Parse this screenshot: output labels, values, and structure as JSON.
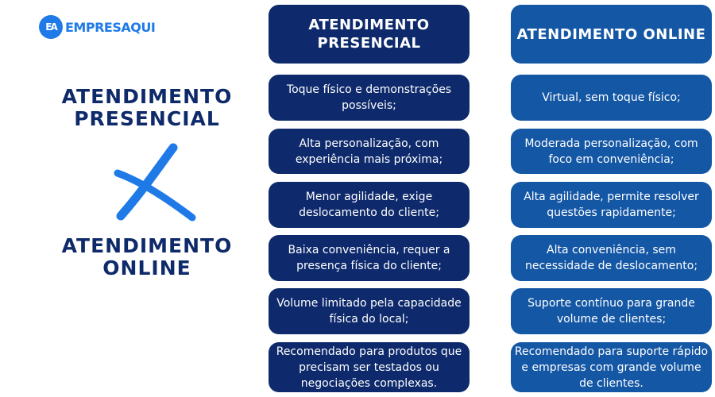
{
  "brand": {
    "mark": "EA",
    "name": "EMPRESAQUI"
  },
  "title": {
    "line1": "ATENDIMENTO PRESENCIAL",
    "separator": "X",
    "line2": "ATENDIMENTO ONLINE"
  },
  "colors": {
    "presencial": "#0e2a6c",
    "online": "#1457a5",
    "accent": "#1f7ae8"
  },
  "columns": [
    {
      "header": "ATENDIMENTO PRESENCIAL",
      "items": [
        "Toque físico e demonstrações possíveis;",
        "Alta personalização, com experiência mais próxima;",
        "Menor agilidade, exige deslocamento do cliente;",
        "Baixa conveniência, requer a presença física do cliente;",
        "Volume limitado pela capacidade física do local;",
        "Recomendado para produtos que precisam ser testados ou negociações complexas."
      ]
    },
    {
      "header": "ATENDIMENTO ONLINE",
      "items": [
        "Virtual, sem toque físico;",
        "Moderada personalização, com foco em conveniência;",
        "Alta agilidade, permite resolver questões rapidamente;",
        "Alta conveniência, sem necessidade de deslocamento;",
        "Suporte contínuo para grande volume de clientes;",
        "Recomendado para suporte rápido e empresas com grande volume de clientes."
      ]
    }
  ]
}
